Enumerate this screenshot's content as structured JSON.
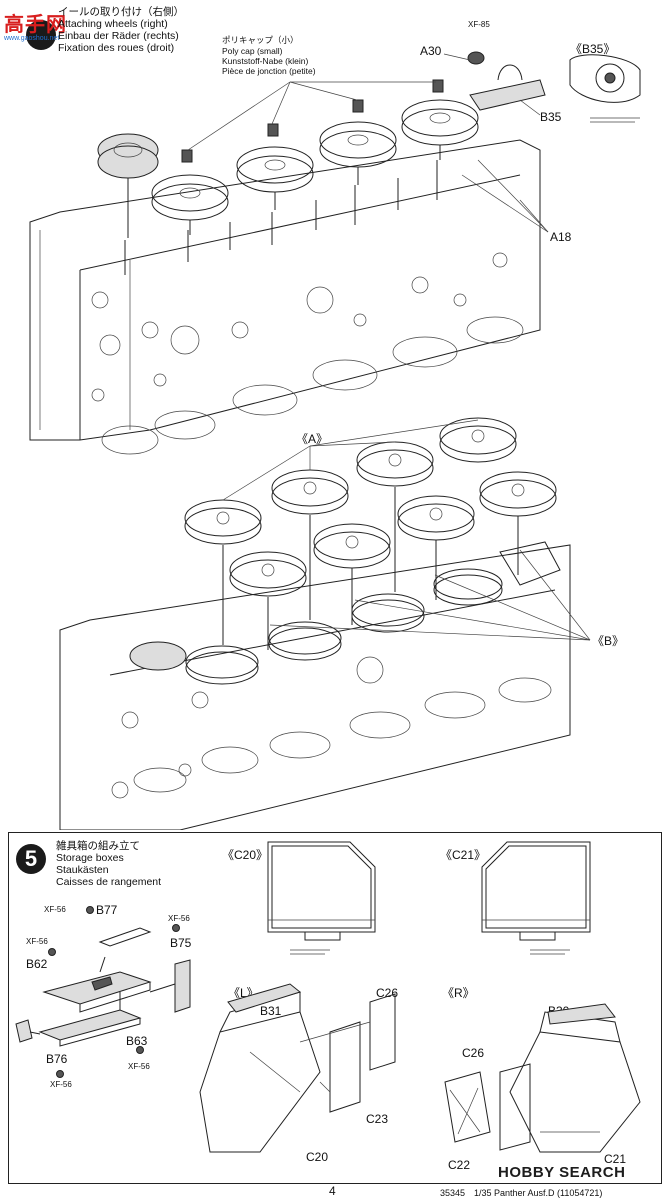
{
  "watermark": {
    "text": "高手网",
    "sub": "www.gaoshou.net"
  },
  "step4": {
    "title_jp": "イールの取り付け（右側）",
    "title_en": "Attaching wheels (right)",
    "title_de": "Einbau der Räder (rechts)",
    "title_fr": "Fixation des roues (droit)",
    "polycap_jp": "ポリキャップ（小）",
    "polycap_en": "Poly cap (small)",
    "polycap_de": "Kunststoff-Nabe (klein)",
    "polycap_fr": "Pièce de jonction (petite)",
    "paint_xf85": "XF-85",
    "label_a30": "A30",
    "label_b35": "B35",
    "label_b35_detail": "《B35》",
    "label_a18": "A18",
    "label_a": "《A》",
    "label_b": "《B》"
  },
  "step5": {
    "number": "5",
    "title_jp": "雑具箱の組み立て",
    "title_en": "Storage boxes",
    "title_de": "Staukästen",
    "title_fr": "Caisses de rangement",
    "label_c20_detail": "《C20》",
    "label_c21_detail": "《C21》",
    "label_l": "《L》",
    "label_r": "《R》",
    "paint_xf56": "XF-56",
    "b77": "B77",
    "b75": "B75",
    "b62": "B62",
    "b63": "B63",
    "b76": "B76",
    "b31": "B31",
    "b30": "B30",
    "c26": "C26",
    "c23": "C23",
    "c20": "C20",
    "c22": "C22",
    "c21": "C21"
  },
  "footer": {
    "page": "4",
    "code": "35345",
    "model": "1/35 Panther Ausf.D (11054721)",
    "brand": "HOBBY SEARCH"
  }
}
